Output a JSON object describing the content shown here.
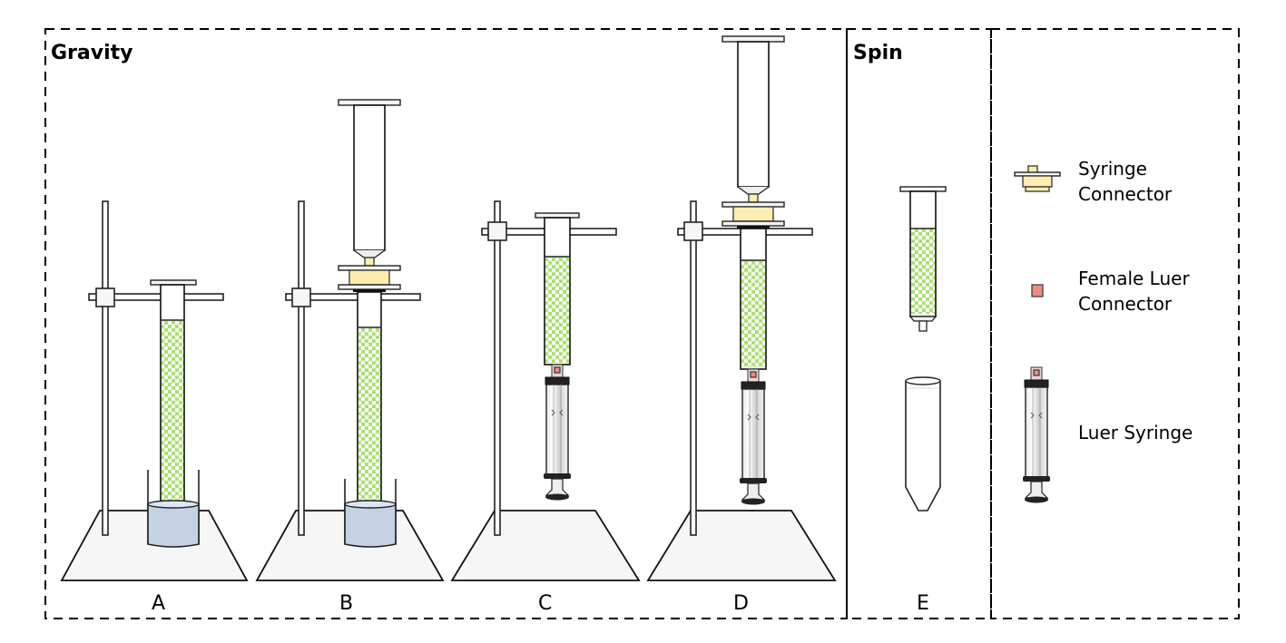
{
  "panels": {
    "gravity": {
      "title": "Gravity"
    },
    "spin": {
      "title": "Spin"
    }
  },
  "setups": [
    {
      "id": "A",
      "label": "A",
      "components": [
        "stand",
        "clamp",
        "column",
        "beaker"
      ]
    },
    {
      "id": "B",
      "label": "B",
      "components": [
        "stand",
        "clamp",
        "column",
        "syringe-connector",
        "reservoir-syringe",
        "beaker"
      ]
    },
    {
      "id": "C",
      "label": "C",
      "components": [
        "stand",
        "clamp",
        "column",
        "female-luer-connector",
        "luer-syringe"
      ]
    },
    {
      "id": "D",
      "label": "D",
      "components": [
        "stand",
        "clamp",
        "column",
        "syringe-connector",
        "reservoir-syringe",
        "female-luer-connector",
        "luer-syringe"
      ]
    },
    {
      "id": "E",
      "label": "E",
      "components": [
        "column",
        "centrifuge-tube"
      ]
    }
  ],
  "legend": [
    {
      "icon": "syringe-connector-icon",
      "line1": "Syringe",
      "line2": "Connector"
    },
    {
      "icon": "female-luer-connector-icon",
      "line1": "Female Luer",
      "line2": "Connector"
    },
    {
      "icon": "luer-syringe-icon",
      "line1": "Luer Syringe",
      "line2": ""
    }
  ],
  "colors": {
    "resin": "#a6e06a",
    "connector": "#fbeeb0",
    "female_luer": "#f08a82",
    "liquid": "#c5d1e5",
    "base": "#f6f6f6"
  }
}
